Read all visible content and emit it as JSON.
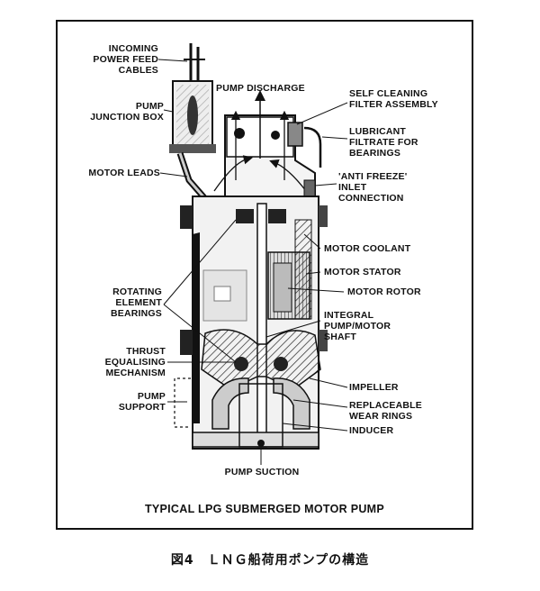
{
  "figure_title": "TYPICAL LPG SUBMERGED MOTOR PUMP",
  "caption": "図4　ＬＮＧ船荷用ポンプの構造",
  "labels": {
    "incoming_power": [
      "INCOMING",
      "POWER FEED",
      "CABLES"
    ],
    "junction_box": [
      "PUMP",
      "JUNCTION BOX"
    ],
    "motor_leads": [
      "MOTOR LEADS"
    ],
    "pump_discharge": [
      "PUMP DISCHARGE"
    ],
    "self_cleaning": [
      "SELF CLEANING",
      "FILTER ASSEMBLY"
    ],
    "lubricant": [
      "LUBRICANT",
      "FILTRATE FOR",
      "BEARINGS"
    ],
    "anti_freeze": [
      "'ANTI FREEZE'",
      "INLET",
      "CONNECTION"
    ],
    "motor_coolant": [
      "MOTOR COOLANT"
    ],
    "motor_stator": [
      "MOTOR STATOR"
    ],
    "motor_rotor": [
      "MOTOR ROTOR"
    ],
    "rotating_bearings": [
      "ROTATING",
      "ELEMENT",
      "BEARINGS"
    ],
    "integral_shaft": [
      "INTEGRAL",
      "PUMP/MOTOR",
      "SHAFT"
    ],
    "thrust": [
      "THRUST",
      "EQUALISING",
      "MECHANISM"
    ],
    "pump_support": [
      "PUMP",
      "SUPPORT"
    ],
    "impeller": [
      "IMPELLER"
    ],
    "wear_rings": [
      "REPLACEABLE",
      "WEAR RINGS"
    ],
    "inducer": [
      "INDUCER"
    ],
    "pump_suction": [
      "PUMP SUCTION"
    ]
  }
}
